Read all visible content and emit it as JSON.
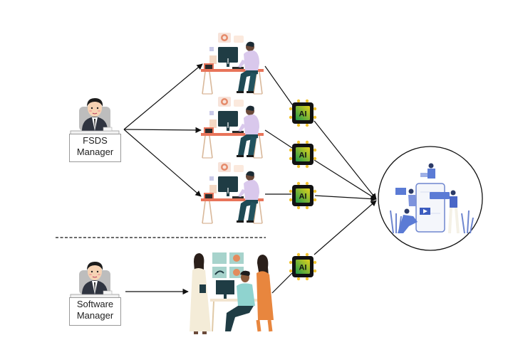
{
  "diagram": {
    "managers": [
      {
        "id": "fsds",
        "line1": "FSDS",
        "line2": "Manager"
      },
      {
        "id": "software",
        "line1": "Software",
        "line2": "Manager"
      }
    ],
    "ai_chip_label": "AI",
    "fsds_developers_count": 3,
    "software_team_description": "team of three developers at desk",
    "output_description": "people building mobile app",
    "separator": "dashed",
    "colors": {
      "line": "#111111",
      "chip_body": "#111111",
      "chip_pins": "#f2c531",
      "chip_gradient_start": "#1f9a4a",
      "chip_gradient_end": "#e3d21c",
      "desk_top": "#e8745a",
      "desk_legs": "#d9b89a",
      "app_blue": "#5b7bd5"
    }
  }
}
